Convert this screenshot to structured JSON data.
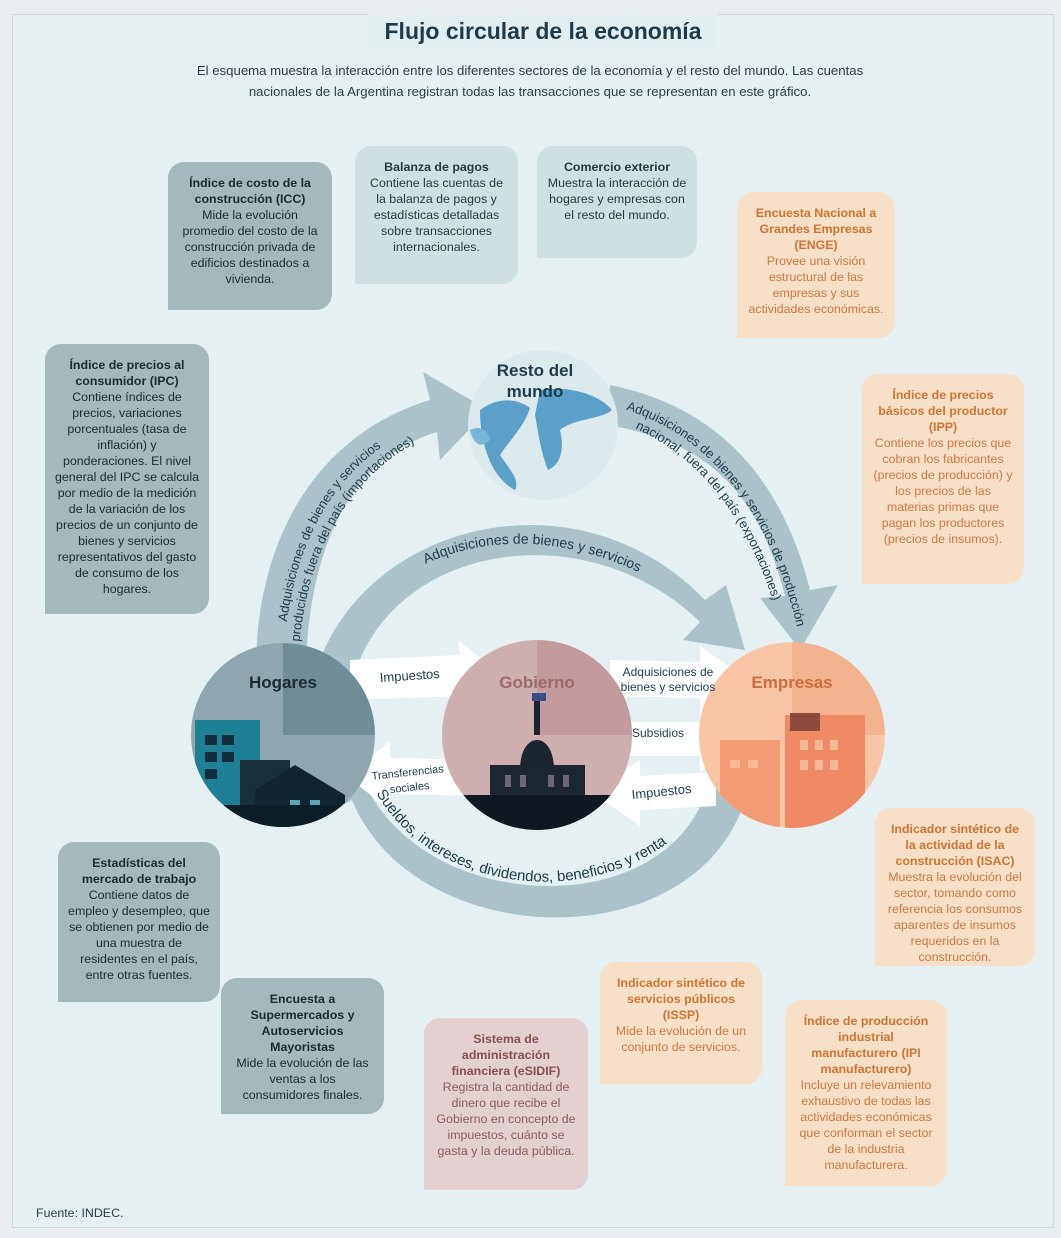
{
  "title": "Flujo circular de la economía",
  "subtitle": "El esquema muestra la interacción entre los diferentes sectores de la economía y el resto del mundo. Las cuentas nacionales de la Argentina registran todas las transacciones que se representan en este gráfico.",
  "source": "Fuente: INDEC.",
  "nodes": {
    "world_line1": "Resto del",
    "world_line2": "mundo",
    "hogares": "Hogares",
    "gobierno": "Gobierno",
    "empresas": "Empresas"
  },
  "flows": {
    "imports_line1": "Adquisiciones de bienes y servicios",
    "imports_line2": "producidos fuera del país (importaciones)",
    "exports_line1": "Adquisiciones de bienes y servicios de producción",
    "exports_line2": "nacional, fuera del país (exportaciones)",
    "adquisiciones": "Adquisiciones de bienes y servicios",
    "sueldos": "Sueldos, intereses, dividendos, beneficios y renta",
    "impuestos_hogares": "Impuestos",
    "transferencias_line1": "Transferencias",
    "transferencias_line2": "sociales",
    "adq_gob_line1": "Adquisiciones de",
    "adq_gob_line2": "bienes y servicios",
    "subsidios": "Subsidios",
    "impuestos_empresas": "Impuestos"
  },
  "boxes": {
    "icc": {
      "title": "Índice de costo de la construcción (ICC)",
      "text": "Mide la evolución promedio del costo de la construcción privada de edificios destinados a vivienda."
    },
    "balanza": {
      "title": "Balanza de pagos",
      "text": "Contiene las cuentas de la balanza de pagos y estadísticas detalladas sobre transacciones internacionales."
    },
    "comercio": {
      "title": "Comercio exterior",
      "text": "Muestra la interacción de hogares y empresas con el resto del mundo."
    },
    "enge": {
      "title": "Encuesta Nacional a Grandes Empresas (ENGE)",
      "text": "Provee una visión estructural de las empresas y sus actividades económicas."
    },
    "ipc": {
      "title": "Índice de precios al consumidor (IPC)",
      "text": "Contiene índices de precios, variaciones porcentuales (tasa de inflación) y ponderaciones. El nivel general del IPC se calcula por medio de la medición de la variación de los precios de un conjunto de bienes y servicios representativos del gasto de consumo de los hogares."
    },
    "ipp": {
      "title": "Índice de precios básicos del productor (IPP)",
      "text": "Contiene los precios que cobran los fabricantes (precios de producción) y los precios de las materias primas que pagan los productores (precios de insumos)."
    },
    "isac": {
      "title": "Indicador sintético de la actividad de la construcción (ISAC)",
      "text": "Muestra la evolución del sector, tomando como referencia los consumos aparentes de insumos requeridos en la construcción."
    },
    "trabajo": {
      "title": "Estadísticas del mercado de trabajo",
      "text": "Contiene datos de empleo y desempleo, que se obtienen por medio de una muestra de residentes en el país, entre otras fuentes."
    },
    "supermercados": {
      "title": "Encuesta a Supermercados y Autoservicios Mayoristas",
      "text": "Mide la evolución de las ventas a los consumidores finales."
    },
    "esidif": {
      "title": "Sistema de administración financiera (eSIDIF)",
      "text": "Registra la cantidad de dinero que recibe el Gobierno en concepto de impuestos, cuánto se gasta y la deuda pública."
    },
    "issp": {
      "title": "Indicador sintético de servicios públicos (ISSP)",
      "text": "Mide la evolución de un conjunto de servicios."
    },
    "ipi": {
      "title": "Índice de producción industrial manufacturero (IPI manufacturero)",
      "text": "Incluye un relevamiento exhaustivo de todas las actividades económicas que conforman el sector de la industria manufacturera."
    }
  },
  "colors": {
    "background": "#e6f0f2",
    "arrow": "#a9c3c9",
    "hogares": "#7e9aa3",
    "gobierno": "#c9a3a5",
    "empresas": "#f5b38f",
    "world": "#c9dfe6"
  }
}
